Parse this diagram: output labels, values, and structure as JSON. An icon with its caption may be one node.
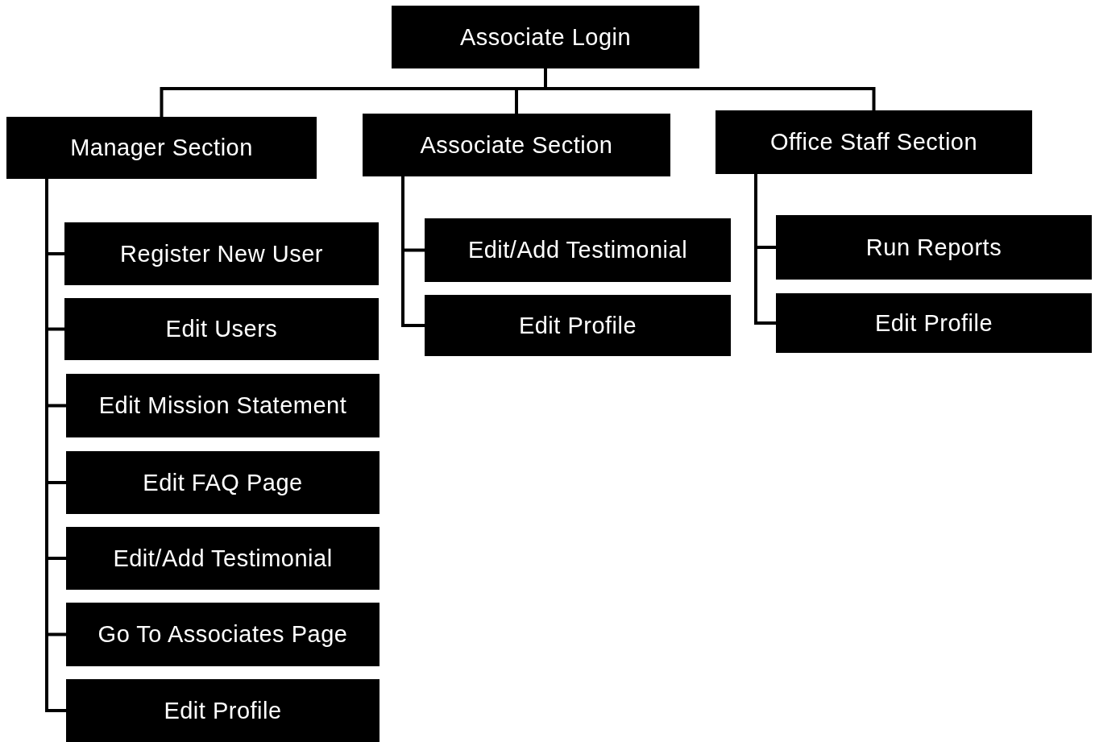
{
  "diagram": {
    "nodes": [
      {
        "text": [
          "Associate Login"
        ]
      },
      {
        "text": [
          "Manager Section"
        ]
      },
      {
        "text": [
          "Associate Section"
        ]
      },
      {
        "text": [
          "Office Staff Section"
        ]
      },
      {
        "text": [
          "Register New User"
        ]
      },
      {
        "text": [
          "Edit Users"
        ]
      },
      {
        "text": [
          "Edit Mission Statement"
        ]
      },
      {
        "text": [
          "Edit FAQ Page"
        ]
      },
      {
        "text": [
          "Edit/Add Testimonial"
        ]
      },
      {
        "text": [
          "Go To Associates Page"
        ]
      },
      {
        "text": [
          "Edit Profile"
        ]
      },
      {
        "text": [
          "Edit/Add Testimonial"
        ]
      },
      {
        "text": [
          "Edit Profile"
        ]
      },
      {
        "text": [
          "Run Reports"
        ]
      },
      {
        "text": [
          "Edit Profile"
        ]
      }
    ],
    "edges": [
      {
        "from": 0,
        "to": 1,
        "arrow": "none"
      },
      {
        "from": 0,
        "to": 2,
        "arrow": "none"
      },
      {
        "from": 0,
        "to": 3,
        "arrow": "none"
      },
      {
        "from": 1,
        "to": 4,
        "arrow": "none"
      },
      {
        "from": 1,
        "to": 5,
        "arrow": "none"
      },
      {
        "from": 1,
        "to": 6,
        "arrow": "none"
      },
      {
        "from": 1,
        "to": 7,
        "arrow": "none"
      },
      {
        "from": 1,
        "to": 8,
        "arrow": "none"
      },
      {
        "from": 1,
        "to": 9,
        "arrow": "none"
      },
      {
        "from": 1,
        "to": 10,
        "arrow": "none"
      },
      {
        "from": 2,
        "to": 11,
        "arrow": "none"
      },
      {
        "from": 2,
        "to": 12,
        "arrow": "none"
      },
      {
        "from": 3,
        "to": 13,
        "arrow": "none"
      },
      {
        "from": 3,
        "to": 14,
        "arrow": "none"
      }
    ]
  }
}
